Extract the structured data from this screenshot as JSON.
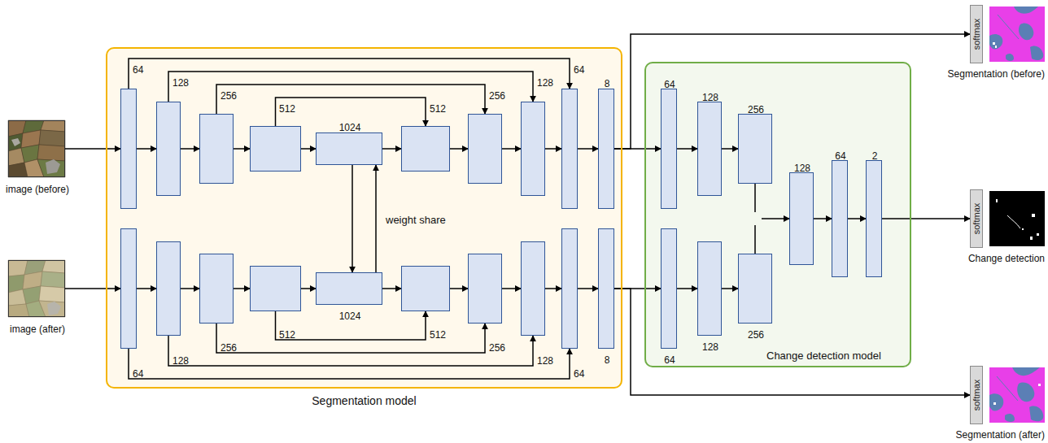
{
  "diagram": {
    "nodes": [
      {
        "text": [
          "image (before)"
        ]
      },
      {
        "text": [
          "image (after)"
        ]
      },
      {
        "text": [
          "Segmentation model"
        ]
      },
      {
        "text": [
          "64"
        ],
        "in": 2
      },
      {
        "text": [
          "128"
        ],
        "in": 2
      },
      {
        "text": [
          "256"
        ],
        "in": 2
      },
      {
        "text": [
          "512"
        ],
        "in": 2
      },
      {
        "text": [
          "1024"
        ],
        "in": 2
      },
      {
        "text": [
          "512"
        ],
        "in": 2
      },
      {
        "text": [
          "256"
        ],
        "in": 2
      },
      {
        "text": [
          "128"
        ],
        "in": 2
      },
      {
        "text": [
          "64"
        ],
        "in": 2
      },
      {
        "text": [
          "8"
        ],
        "in": 2
      },
      {
        "text": [
          "64"
        ],
        "in": 2
      },
      {
        "text": [
          "128"
        ],
        "in": 2
      },
      {
        "text": [
          "256"
        ],
        "in": 2
      },
      {
        "text": [
          "512"
        ],
        "in": 2
      },
      {
        "text": [
          "1024"
        ],
        "in": 2
      },
      {
        "text": [
          "512"
        ],
        "in": 2
      },
      {
        "text": [
          "256"
        ],
        "in": 2
      },
      {
        "text": [
          "128"
        ],
        "in": 2
      },
      {
        "text": [
          "64"
        ],
        "in": 2
      },
      {
        "text": [
          "8"
        ],
        "in": 2
      },
      {
        "text": [
          "Change detection model"
        ]
      },
      {
        "text": [
          "64"
        ],
        "in": 23
      },
      {
        "text": [
          "128"
        ],
        "in": 23
      },
      {
        "text": [
          "256"
        ],
        "in": 23
      },
      {
        "text": [
          "64"
        ],
        "in": 23
      },
      {
        "text": [
          "128"
        ],
        "in": 23
      },
      {
        "text": [
          "256"
        ],
        "in": 23
      },
      {
        "text": [
          "⊗"
        ],
        "in": 23
      },
      {
        "text": [
          "128"
        ],
        "in": 23
      },
      {
        "text": [
          "64"
        ],
        "in": 23
      },
      {
        "text": [
          "2"
        ],
        "in": 23
      },
      {
        "text": [
          "softmax"
        ]
      },
      {
        "text": [
          "Segmentation (before)"
        ]
      },
      {
        "text": [
          "softmax"
        ]
      },
      {
        "text": [
          "Change detection"
        ]
      },
      {
        "text": [
          "softmax"
        ]
      },
      {
        "text": [
          "Segmentation (after)"
        ]
      }
    ],
    "edges": [
      {
        "from": 0,
        "to": 3,
        "arrow": "to"
      },
      {
        "from": 3,
        "to": 4,
        "arrow": "to"
      },
      {
        "from": 4,
        "to": 5,
        "arrow": "to"
      },
      {
        "from": 5,
        "to": 6,
        "arrow": "to"
      },
      {
        "from": 6,
        "to": 7,
        "arrow": "to"
      },
      {
        "from": 7,
        "to": 8,
        "arrow": "to"
      },
      {
        "from": 8,
        "to": 9,
        "arrow": "to"
      },
      {
        "from": 9,
        "to": 10,
        "arrow": "to"
      },
      {
        "from": 10,
        "to": 11,
        "arrow": "to"
      },
      {
        "from": 11,
        "to": 12,
        "arrow": "to"
      },
      {
        "from": 3,
        "to": 11,
        "arrow": "to"
      },
      {
        "from": 4,
        "to": 10,
        "arrow": "to"
      },
      {
        "from": 5,
        "to": 9,
        "arrow": "to"
      },
      {
        "from": 6,
        "to": 8,
        "arrow": "to"
      },
      {
        "from": 7,
        "to": 17,
        "arrow": "to"
      },
      {
        "from": 17,
        "to": 7,
        "arrow": "to",
        "label": "weight share"
      },
      {
        "from": 1,
        "to": 13,
        "arrow": "to"
      },
      {
        "from": 13,
        "to": 14,
        "arrow": "to"
      },
      {
        "from": 14,
        "to": 15,
        "arrow": "to"
      },
      {
        "from": 15,
        "to": 16,
        "arrow": "to"
      },
      {
        "from": 16,
        "to": 17,
        "arrow": "to"
      },
      {
        "from": 17,
        "to": 18,
        "arrow": "to"
      },
      {
        "from": 18,
        "to": 19,
        "arrow": "to"
      },
      {
        "from": 19,
        "to": 20,
        "arrow": "to"
      },
      {
        "from": 20,
        "to": 21,
        "arrow": "to"
      },
      {
        "from": 21,
        "to": 22,
        "arrow": "to"
      },
      {
        "from": 13,
        "to": 21,
        "arrow": "to"
      },
      {
        "from": 14,
        "to": 20,
        "arrow": "to"
      },
      {
        "from": 15,
        "to": 19,
        "arrow": "to"
      },
      {
        "from": 16,
        "to": 18,
        "arrow": "to"
      },
      {
        "from": 12,
        "to": 24,
        "arrow": "to"
      },
      {
        "from": 12,
        "to": 34,
        "arrow": "to"
      },
      {
        "from": 22,
        "to": 27,
        "arrow": "to"
      },
      {
        "from": 22,
        "to": 38,
        "arrow": "to"
      },
      {
        "from": 24,
        "to": 25,
        "arrow": "to"
      },
      {
        "from": 25,
        "to": 26,
        "arrow": "to"
      },
      {
        "from": 27,
        "to": 28,
        "arrow": "to"
      },
      {
        "from": 28,
        "to": 29,
        "arrow": "to"
      },
      {
        "from": 26,
        "to": 30,
        "arrow": "none"
      },
      {
        "from": 29,
        "to": 30,
        "arrow": "none"
      },
      {
        "from": 30,
        "to": 31,
        "arrow": "to"
      },
      {
        "from": 31,
        "to": 32,
        "arrow": "to"
      },
      {
        "from": 32,
        "to": 33,
        "arrow": "to"
      },
      {
        "from": 33,
        "to": 36,
        "arrow": "to"
      }
    ]
  }
}
